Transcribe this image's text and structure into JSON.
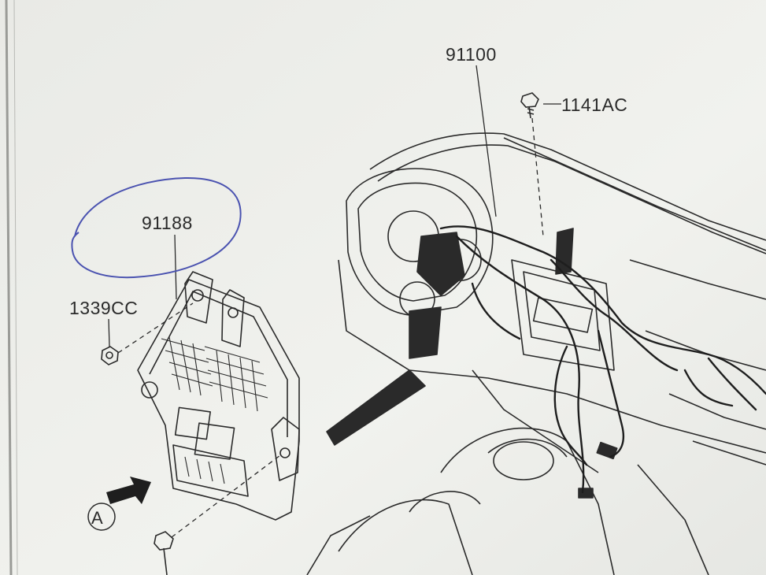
{
  "callouts": {
    "harness_main": "91100",
    "bolt_top": "1141AC",
    "junction_box": "91188",
    "nut": "1339CC",
    "view_marker": "A"
  },
  "colors": {
    "paper": "#f1f2ee",
    "ink": "#2a2a2a",
    "pen_circle": "#4a52b0"
  }
}
